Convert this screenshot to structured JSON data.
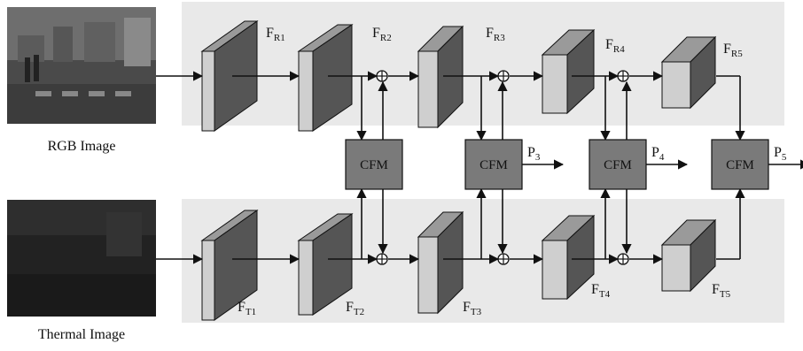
{
  "inputs": {
    "rgb_caption": "RGB Image",
    "thermal_caption": "Thermal Image"
  },
  "rgb_features": [
    {
      "main": "F",
      "sub": "R1"
    },
    {
      "main": "F",
      "sub": "R2"
    },
    {
      "main": "F",
      "sub": "R3"
    },
    {
      "main": "F",
      "sub": "R4"
    },
    {
      "main": "F",
      "sub": "R5"
    }
  ],
  "thermal_features": [
    {
      "main": "F",
      "sub": "T1"
    },
    {
      "main": "F",
      "sub": "T2"
    },
    {
      "main": "F",
      "sub": "T3"
    },
    {
      "main": "F",
      "sub": "T4"
    },
    {
      "main": "F",
      "sub": "T5"
    }
  ],
  "cfm_modules": [
    {
      "label": "CFM"
    },
    {
      "label": "CFM"
    },
    {
      "label": "CFM"
    },
    {
      "label": "CFM"
    }
  ],
  "outputs": [
    {
      "main": "P",
      "sub": "3"
    },
    {
      "main": "P",
      "sub": "4"
    },
    {
      "main": "P",
      "sub": "5"
    }
  ],
  "fusion_symbol": "⊕",
  "colors": {
    "panel_bg": "#e9e9e9",
    "block_front": "#cfcfcf",
    "block_side": "#555555",
    "block_top": "#9a9a9a",
    "cfm_fill": "#7a7a7a",
    "line": "#111111"
  }
}
